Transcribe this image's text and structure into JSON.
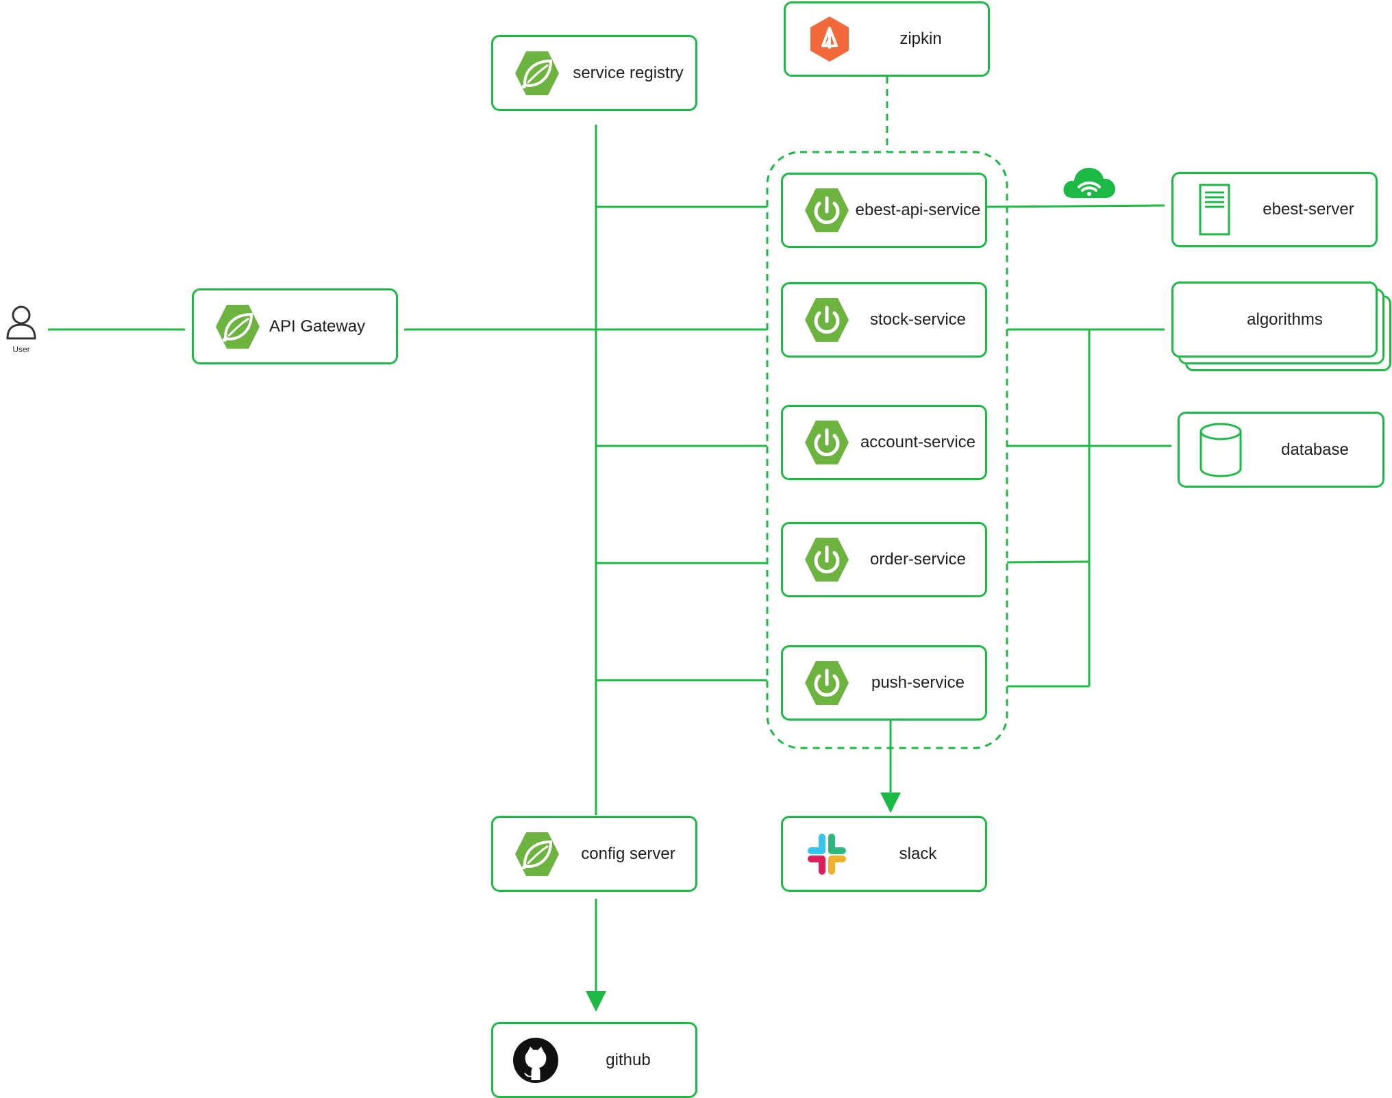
{
  "colors": {
    "accent": "#1DB945",
    "spring_green": "#6DB33F",
    "zipkin_orange": "#F26A3A"
  },
  "user": {
    "label": "User",
    "icon": "user-icon"
  },
  "nodes": {
    "api_gateway": {
      "label": "API Gateway",
      "icon": "spring-leaf-icon"
    },
    "service_registry": {
      "label": "service registry",
      "icon": "spring-leaf-icon"
    },
    "config_server": {
      "label": "config server",
      "icon": "spring-leaf-icon"
    },
    "github": {
      "label": "github",
      "icon": "github-icon"
    },
    "zipkin": {
      "label": "zipkin",
      "icon": "zipkin-icon"
    },
    "slack": {
      "label": "slack",
      "icon": "slack-icon"
    },
    "ebest_server": {
      "label": "ebest-server",
      "icon": "server-icon"
    },
    "algorithms": {
      "label": "algorithms"
    },
    "database": {
      "label": "database",
      "icon": "database-icon"
    }
  },
  "services": [
    {
      "label": "ebest-api-service",
      "icon": "spring-boot-power-icon"
    },
    {
      "label": "stock-service",
      "icon": "spring-boot-power-icon"
    },
    {
      "label": "account-service",
      "icon": "spring-boot-power-icon"
    },
    {
      "label": "order-service",
      "icon": "spring-boot-power-icon"
    },
    {
      "label": "push-service",
      "icon": "spring-boot-power-icon"
    }
  ],
  "decorations": {
    "cloud": "cloud-wifi-icon"
  }
}
